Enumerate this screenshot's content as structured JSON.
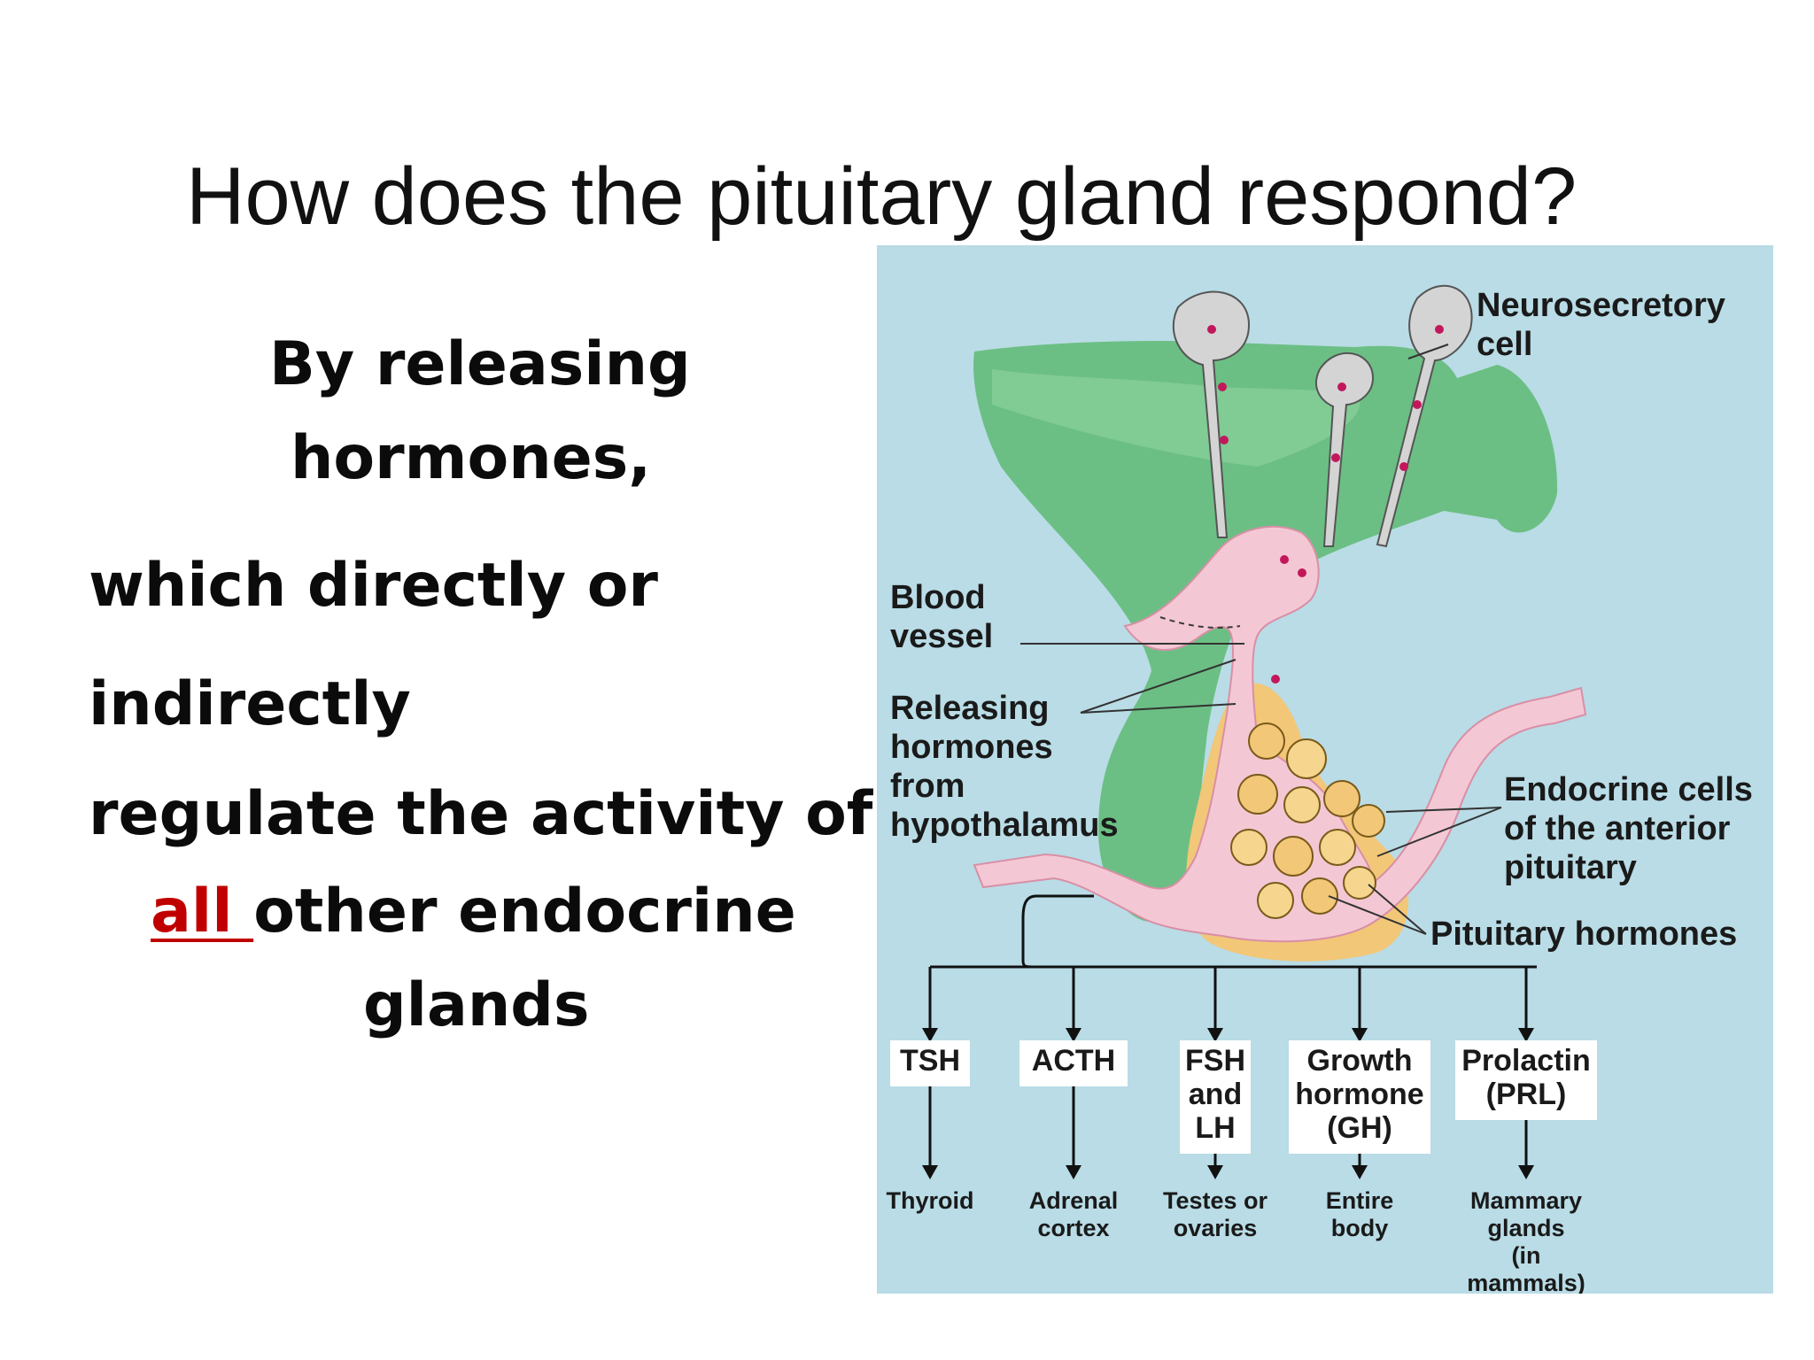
{
  "slide": {
    "title": "How does the pituitary gland respond?",
    "text": {
      "line1": "By releasing",
      "line2": "hormones,",
      "line3": "which  directly or",
      "line4": "indirectly",
      "line5": "regulate the activity of",
      "line6_highlight": "all ",
      "line6_rest": "other endocrine",
      "line7": "glands"
    },
    "highlight_color": "#c00000"
  },
  "diagram": {
    "labels": {
      "neurosecretory_1": "Neurosecretory",
      "neurosecretory_2": "cell",
      "blood_1": "Blood",
      "blood_2": "vessel",
      "releasing_1": "Releasing",
      "releasing_2": "hormones",
      "releasing_3": "from",
      "releasing_4": "hypothalamus",
      "endocrine_1": "Endocrine cells",
      "endocrine_2": "of the anterior",
      "endocrine_3": "pituitary",
      "pituitary_hormones": "Pituitary hormones"
    },
    "hormones": [
      {
        "lines": [
          "TSH"
        ],
        "target": [
          "Thyroid"
        ]
      },
      {
        "lines": [
          "ACTH"
        ],
        "target": [
          "Adrenal",
          "cortex"
        ]
      },
      {
        "lines": [
          "FSH",
          "and",
          "LH"
        ],
        "target": [
          "Testes or",
          "ovaries"
        ]
      },
      {
        "lines": [
          "Growth",
          "hormone",
          "(GH)"
        ],
        "target": [
          "Entire",
          "body"
        ]
      },
      {
        "lines": [
          "Prolactin",
          "(PRL)"
        ],
        "target": [
          "Mammary",
          "glands",
          "(in",
          "mammals)"
        ]
      }
    ],
    "colors": {
      "background": "#b9dce6",
      "hypothalamus": "#6cbf84",
      "vessel": "#f3c8d4",
      "anterior_pituitary": "#f2c778",
      "neuron": "#d4d4d4"
    }
  }
}
